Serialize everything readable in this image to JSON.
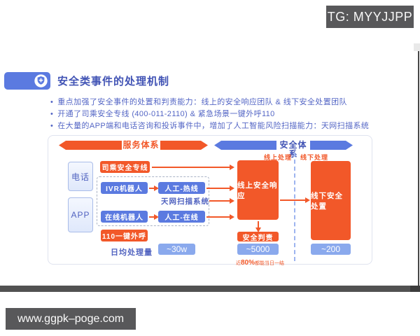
{
  "overlay": {
    "tg_label": "TG: MYYJJPP",
    "watermark": "www.ggpk–poge.com"
  },
  "slide": {
    "title": "安全类事件的处理机制",
    "bullets": [
      "重点加强了安全事件的处置和判责能力：线上的安全响应团队 & 线下安全处置团队",
      "开通了司乘安全专线 (400-011-2110) & 紧急场景一键外呼110",
      "在大量的APP端和电话咨询和投诉事件中，增加了人工智能风险扫描能力：天网扫描系统"
    ],
    "diagram": {
      "service_system_label": "服务体系",
      "security_system_label": "安全体系",
      "online_zone_label": "线上处理",
      "offline_zone_label": "线下处理",
      "channels": [
        {
          "label": "电话"
        },
        {
          "label": "APP"
        }
      ],
      "nodes": {
        "hotline": "司乘安全专线",
        "ivr_bot": "IVR机器人",
        "manual_hotline": "人工-热线",
        "skynet": "天网扫描系统",
        "online_bot": "在线机器人",
        "manual_online": "人工-在线",
        "dial_110": "110一键外呼",
        "online_response": "线上安全响应",
        "safety_judgment": "安全判责",
        "offline_handling": "线下安全处置"
      },
      "stats": {
        "daily_label": "日均处理量",
        "daily_volume": "~30w",
        "online_volume": "~5000",
        "offline_volume": "~200",
        "note_prefix": "近",
        "note_pct": "80%",
        "note_suffix": "都能当日一结"
      }
    }
  },
  "colors": {
    "orange": "#f25829",
    "blue": "#5b7ae0",
    "light_blue": "#8aa9ed",
    "text_blue": "#5466c5",
    "overlay_gray": "#58585a"
  }
}
